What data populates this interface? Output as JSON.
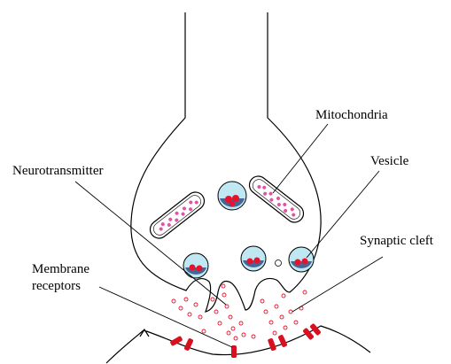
{
  "labels": {
    "mitochondria": "Mitochondria",
    "vesicle": "Vesicle",
    "neurotransmitter": "Neurotransmitter",
    "synaptic_cleft": "Synaptic cleft",
    "membrane_line1": "Membrane",
    "membrane_line2": "receptors"
  },
  "colors": {
    "outline": "#000000",
    "vesicle_fill": "#bfe8f2",
    "vesicle_dots": "#1f3b7a",
    "neurotransmitter": "#e8122a",
    "mitochondria_inner": "#e84fa8",
    "receptor": "#d81020"
  }
}
